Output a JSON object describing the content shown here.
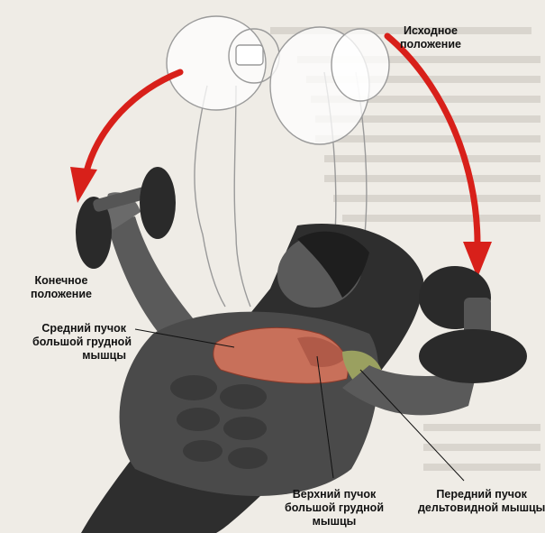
{
  "labels": {
    "start_position": [
      "Исходное",
      "положение"
    ],
    "end_position": [
      "Конечное",
      "положение"
    ],
    "middle_pec": [
      "Средний пучок",
      "большой грудной",
      "мышцы"
    ],
    "upper_pec": [
      "Верхний пучок",
      "большой грудной",
      "мышцы"
    ],
    "front_delt": [
      "Передний пучок",
      "дельтовидной мышцы"
    ]
  },
  "colors": {
    "arrow": "#d8201a",
    "muscle_pec": "#c8705a",
    "muscle_delt": "#9aa060",
    "body": "#4a4a4a",
    "bench": "#2e2e2e"
  }
}
